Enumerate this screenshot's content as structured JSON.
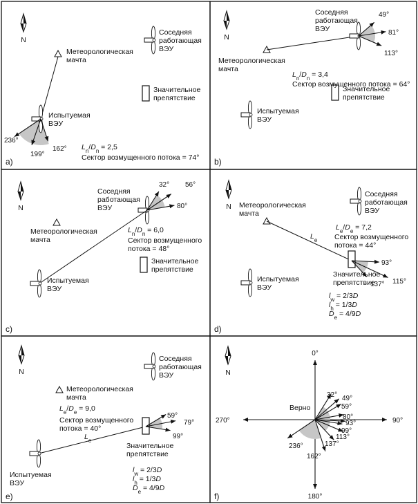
{
  "north_label": "N",
  "panels": [
    {
      "id": "a",
      "label": "a)",
      "texts": {
        "met_mast": [
          "Метеорологическая",
          "мачта"
        ],
        "test_turbine": [
          "Испытуемая",
          "ВЭУ"
        ],
        "neighbor": [
          "Соседняя",
          "работающая",
          "ВЭУ"
        ],
        "obstacle": [
          "Значительное",
          "препятствие"
        ],
        "ratio": "Ln/Dn = 2,5",
        "sector": [
          "Сектор возмущенного потока = 74°"
        ]
      },
      "angles": [
        "236°",
        "199°",
        "162°"
      ]
    },
    {
      "id": "b",
      "label": "b)",
      "texts": {
        "met_mast": [
          "Метеорологическая",
          "мачта"
        ],
        "test_turbine": [
          "Испытуемая",
          "ВЭУ"
        ],
        "neighbor": [
          "Соседняя",
          "работающая",
          "ВЭУ"
        ],
        "obstacle": [
          "Значительное",
          "препятствие"
        ],
        "ratio": "Ln/Dn = 3,4",
        "sector": [
          "Сектор возмущенного потока = 64°"
        ]
      },
      "angles": [
        "49°",
        "81°",
        "113°"
      ]
    },
    {
      "id": "c",
      "label": "c)",
      "texts": {
        "met_mast": [
          "Метеорологическая",
          "мачта"
        ],
        "test_turbine": [
          "Испытуемая",
          "ВЭУ"
        ],
        "neighbor": [
          "Соседняя",
          "работающая",
          "ВЭУ"
        ],
        "obstacle": [
          "Значительное",
          "препятствие"
        ],
        "ratio": "Ln/Dn = 6,0",
        "sector": [
          "Сектор возмущенного",
          "потока = 48°"
        ]
      },
      "angles": [
        "32°",
        "56°",
        "80°"
      ]
    },
    {
      "id": "d",
      "label": "d)",
      "texts": {
        "met_mast": [
          "Метеорологическая",
          "мачта"
        ],
        "test_turbine": [
          "Испытуемая",
          "ВЭУ"
        ],
        "neighbor": [
          "Соседняя",
          "работающая",
          "ВЭУ"
        ],
        "obstacle": [
          "Значительное",
          "препятствие"
        ],
        "distance": "Le",
        "ratio": "Le/De = 7,2",
        "sector": [
          "Сектор возмущенного",
          "потока = 44°"
        ],
        "params": [
          "lw = 2/3D",
          "lh = 1/3D",
          "De = 4/9D"
        ]
      },
      "angles": [
        "93°",
        "137°",
        "115°"
      ]
    },
    {
      "id": "e",
      "label": "e)",
      "texts": {
        "met_mast": [
          "Метеорологическая",
          "мачта"
        ],
        "test_turbine": [
          "Испытуемая",
          "ВЭУ"
        ],
        "neighbor": [
          "Соседняя",
          "работающая",
          "ВЭУ"
        ],
        "obstacle": [
          "Значительное",
          "препятствие"
        ],
        "distance": "Le",
        "ratio": "Le/De = 9,0",
        "sector": [
          "Сектор возмущенного",
          "потока = 40°"
        ],
        "params": [
          "lw = 2/3D",
          "lh = 1/3D",
          "De = 4/9D"
        ]
      },
      "angles": [
        "59°",
        "79°",
        "99°"
      ]
    },
    {
      "id": "f",
      "label": "f)",
      "texts": {
        "verno": "Верно"
      },
      "compass": [
        "0°",
        "90°",
        "180°",
        "270°"
      ],
      "angles": [
        "32°",
        "49°",
        "59°",
        "80°",
        "93°",
        "99°",
        "113°",
        "137°",
        "162°",
        "236°"
      ]
    }
  ]
}
